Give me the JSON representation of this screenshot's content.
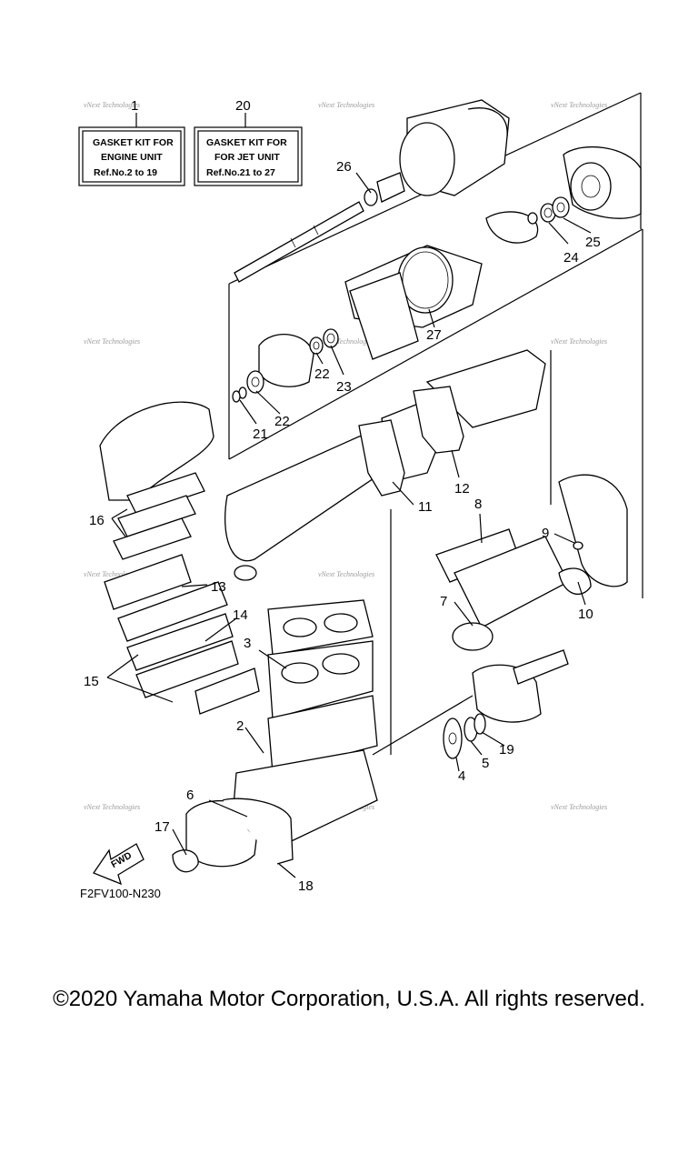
{
  "kit_boxes": [
    {
      "ref": "1",
      "lines": [
        "GASKET  KIT FOR",
        "ENGINE UNIT",
        "Ref.No.2 to 19"
      ]
    },
    {
      "ref": "20",
      "lines": [
        "GASKET  KIT FOR",
        "FOR JET UNIT",
        "Ref.No.21 to 27"
      ]
    }
  ],
  "callouts": [
    "2",
    "3",
    "4",
    "5",
    "6",
    "7",
    "8",
    "9",
    "10",
    "11",
    "12",
    "13",
    "14",
    "15",
    "16",
    "17",
    "18",
    "19",
    "21",
    "22",
    "22",
    "23",
    "24",
    "25",
    "26",
    "27"
  ],
  "watermark": "vNext Technologies",
  "fwd_label": "FWD",
  "figure_code": "F2FV100-N230",
  "copyright": "©2020 Yamaha Motor Corporation, U.S.A. All rights reserved."
}
